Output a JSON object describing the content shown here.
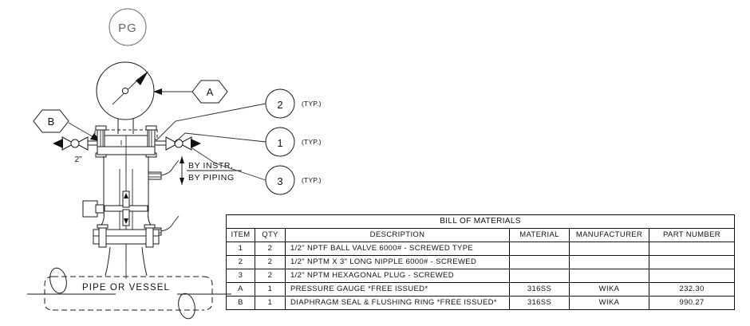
{
  "drawing": {
    "tags": {
      "pg_bubble": "PG",
      "hex_a": "A",
      "hex_b": "B"
    },
    "balloons": [
      {
        "number": "2",
        "note": "(TYP.)"
      },
      {
        "number": "1",
        "note": "(TYP.)"
      },
      {
        "number": "3",
        "note": "(TYP.)"
      }
    ],
    "annotations": {
      "by_instr": "BY  INSTR.",
      "by_piping": "BY  PIPING",
      "dimension": "2\"",
      "pipe_or_vessel": "PIPE OR VESSEL"
    }
  },
  "bom": {
    "title": "BILL OF MATERIALS",
    "columns": [
      "ITEM",
      "QTY",
      "DESCRIPTION",
      "MATERIAL",
      "MANUFACTURER",
      "PART NUMBER"
    ],
    "rows": [
      {
        "item": "1",
        "qty": "2",
        "description": "1/2\" NPTF BALL VALVE 6000# - SCREWED TYPE",
        "material": "",
        "manufacturer": "",
        "part_number": ""
      },
      {
        "item": "2",
        "qty": "2",
        "description": "1/2\" NPTM X 3\" LONG NIPPLE 6000# - SCREWED",
        "material": "",
        "manufacturer": "",
        "part_number": ""
      },
      {
        "item": "3",
        "qty": "2",
        "description": "1/2\" NPTM HEXAGONAL PLUG - SCREWED",
        "material": "",
        "manufacturer": "",
        "part_number": ""
      },
      {
        "item": "A",
        "qty": "1",
        "description": "PRESSURE GAUGE *FREE ISSUED*",
        "material": "316SS",
        "manufacturer": "WIKA",
        "part_number": "232.30"
      },
      {
        "item": "B",
        "qty": "1",
        "description": "DIAPHRAGM SEAL & FLUSHING RING *FREE ISSUED*",
        "material": "316SS",
        "manufacturer": "WIKA",
        "part_number": "990.27"
      }
    ]
  },
  "colors": {
    "line": "#1a1a1a",
    "light_line": "#6b6b6b",
    "background": "#ffffff"
  }
}
